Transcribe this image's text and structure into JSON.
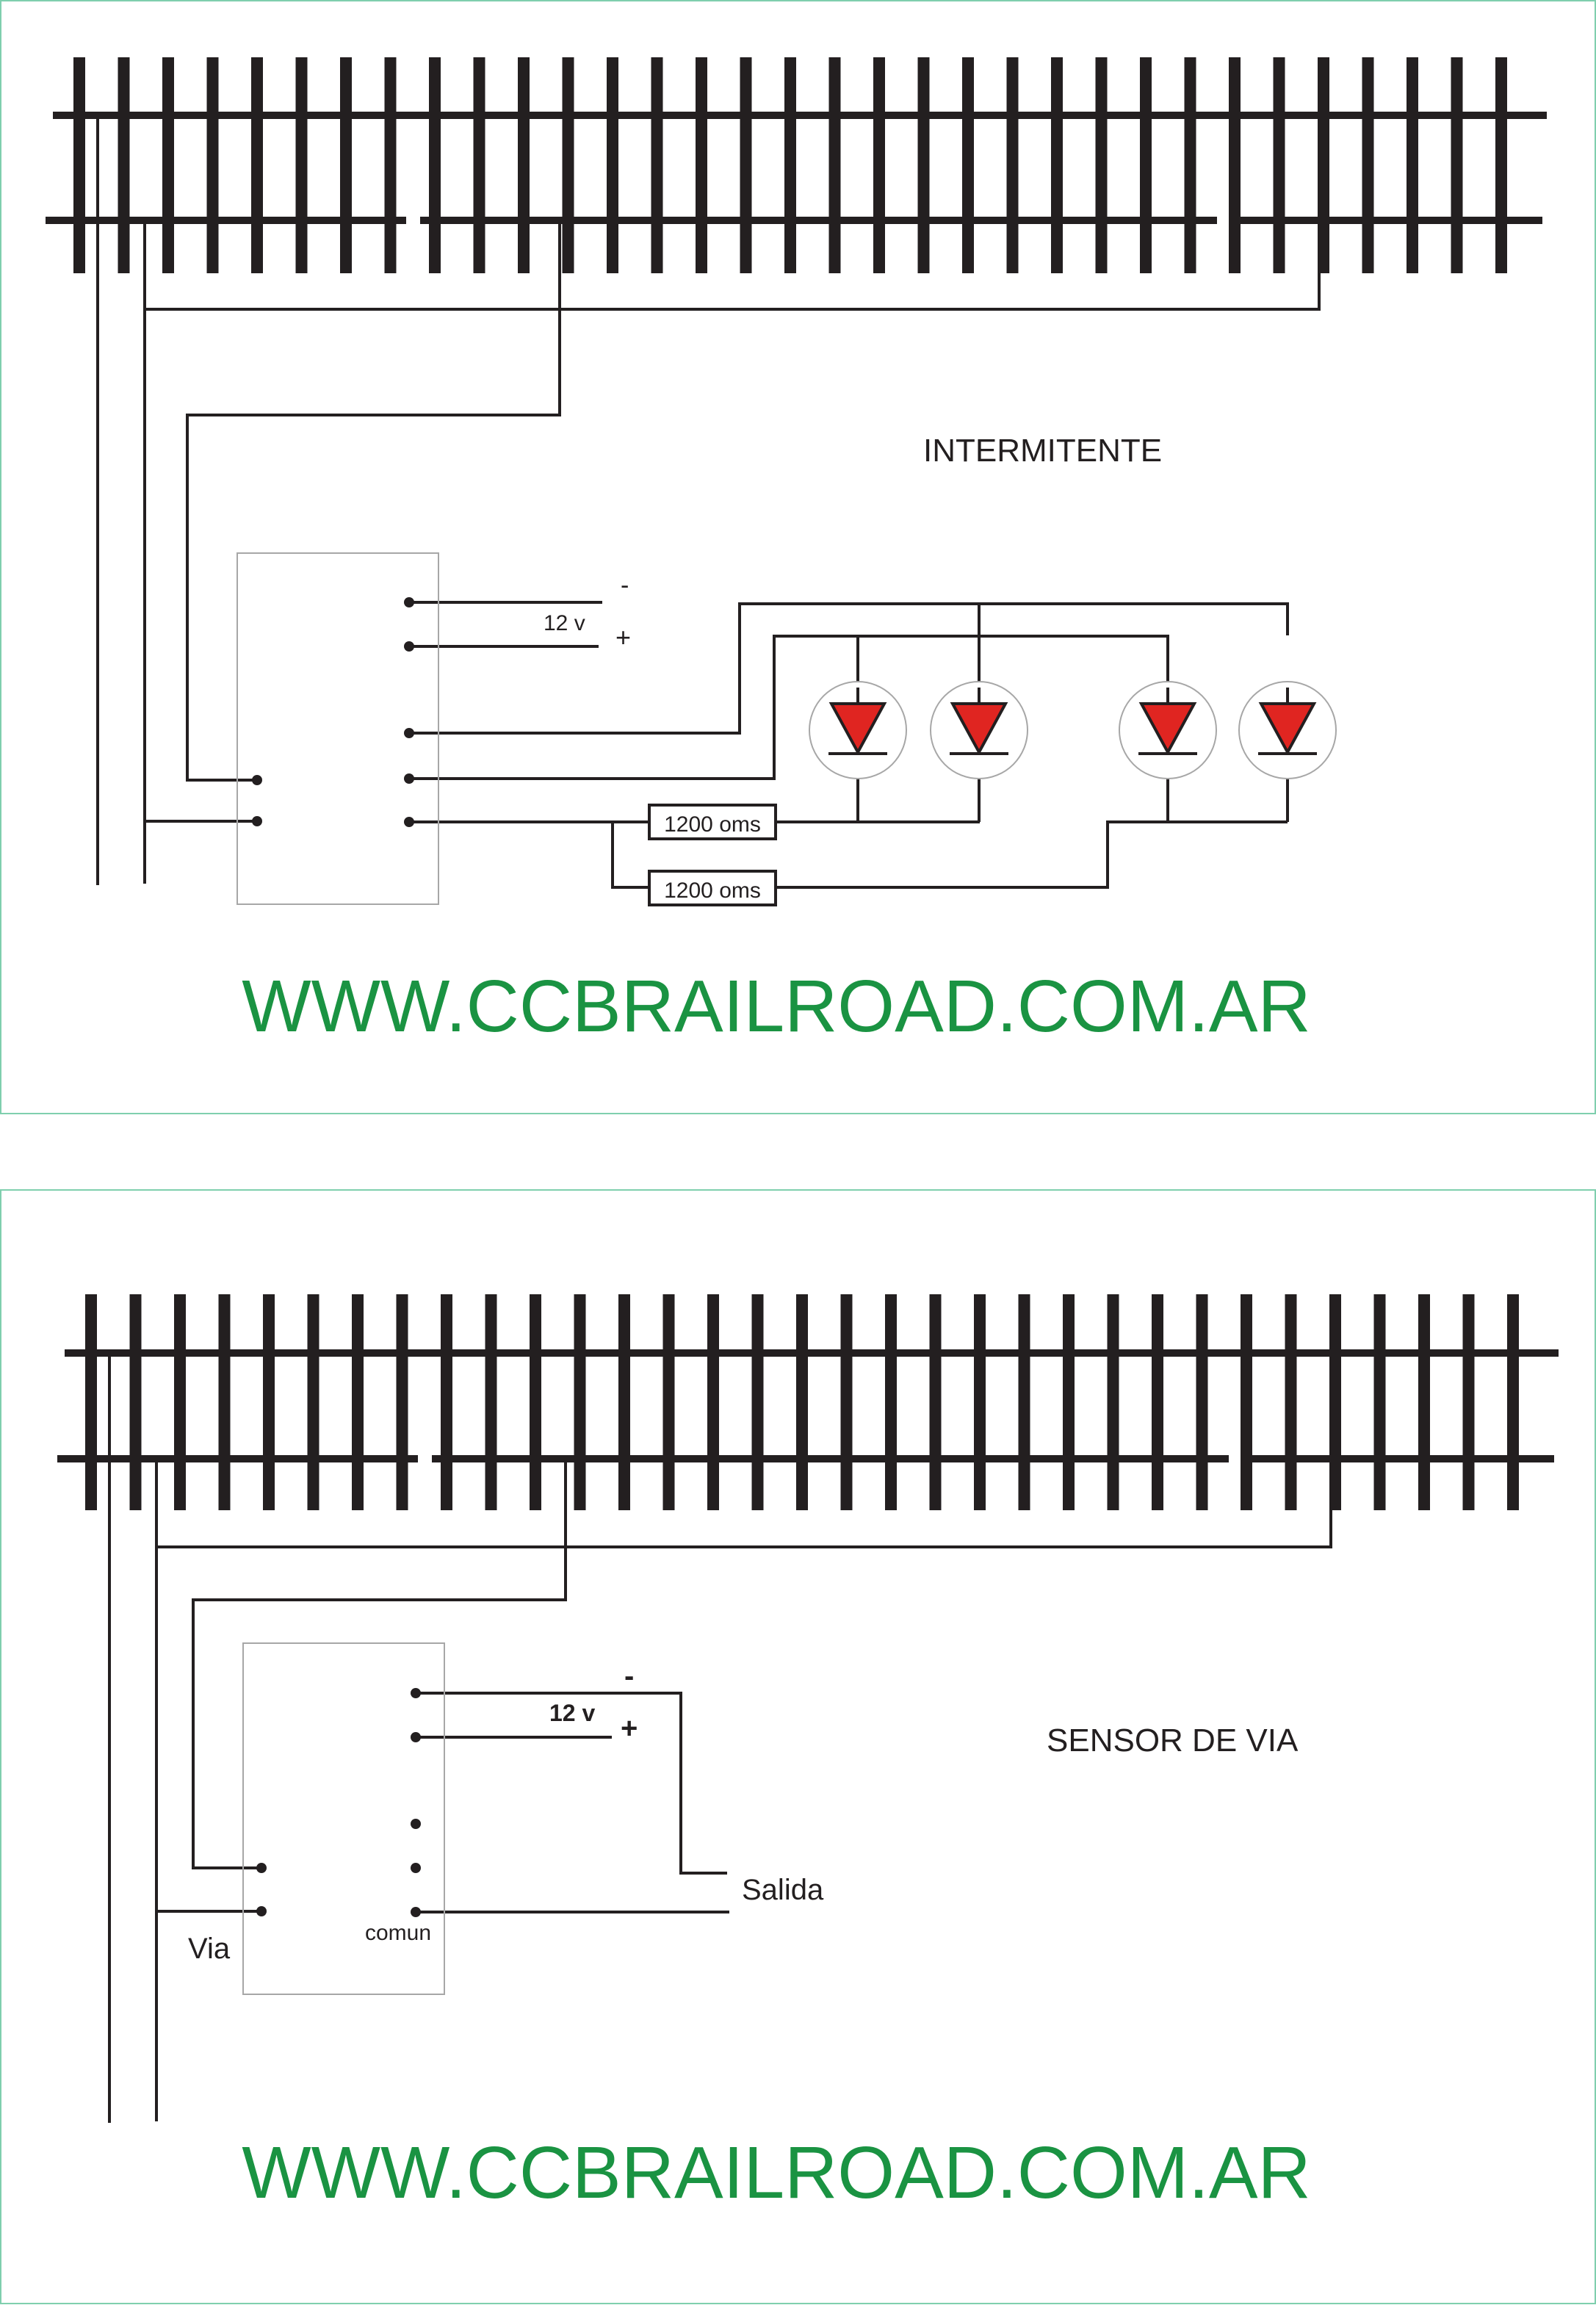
{
  "colors": {
    "ink": "#231f20",
    "frame_border": "#7fcfae",
    "box_border": "#a7a7a7",
    "led_red": "#e02521",
    "url_green": "#1a9342"
  },
  "panels": [
    {
      "title": "INTERMITENTE",
      "voltage_label": "12 v",
      "minus_label": "-",
      "plus_label": "+",
      "resistor_labels": [
        "1200 oms",
        "1200 oms"
      ],
      "led_count": 4,
      "footer_url": "WWW.CCBRAILROAD.COM.AR"
    },
    {
      "title": "SENSOR DE VIA",
      "voltage_label": "12 v",
      "minus_label": "-",
      "plus_label": "+",
      "output_label": "Salida",
      "track_label": "Via",
      "common_label": "comun",
      "footer_url": "WWW.CCBRAILROAD.COM.AR"
    }
  ]
}
